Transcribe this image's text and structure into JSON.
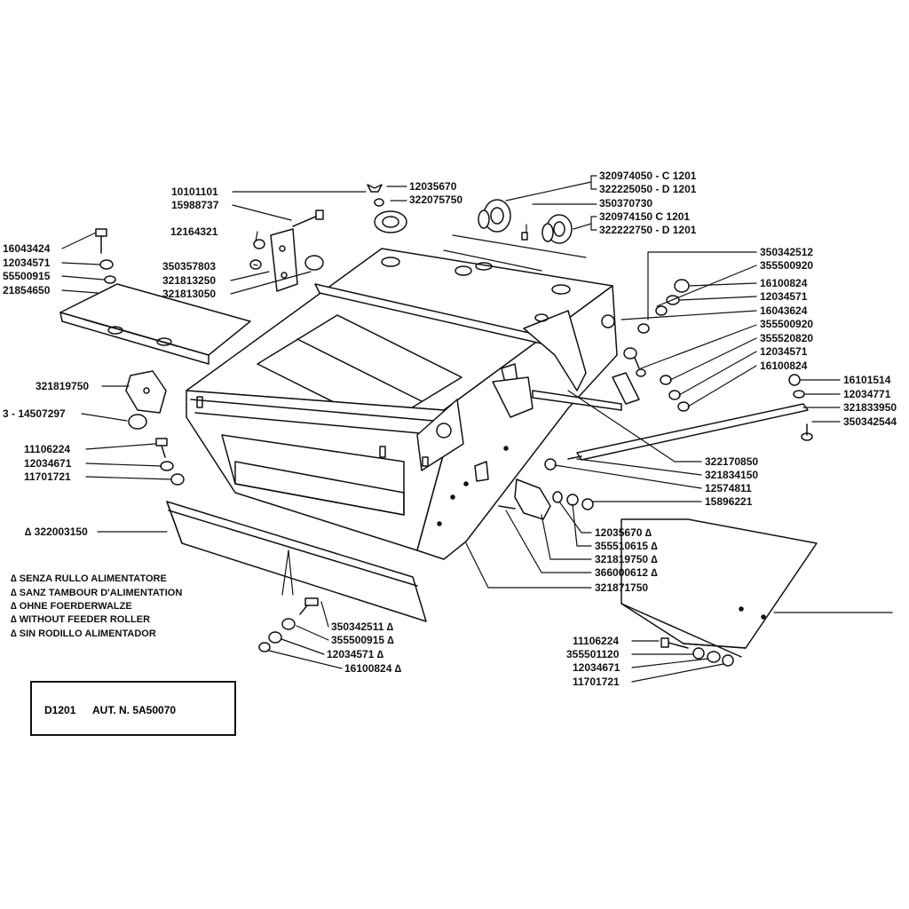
{
  "parts": {
    "p10101101": "10101101",
    "p12035670_top": "12035670",
    "p15988737": "15988737",
    "p322075750": "322075750",
    "p12164321": "12164321",
    "p350357803": "350357803",
    "p321813250": "321813250",
    "p321813050": "321813050",
    "p16043424": "16043424",
    "p12034571_left": "12034571",
    "p55500915": "55500915",
    "p21854650": "21854650",
    "p321819750_left": "321819750",
    "p3_14507297": "3 - 14507297",
    "p11106224_left": "11106224",
    "p12034671_left": "12034671",
    "p11701721_left": "11701721",
    "p322003150": "∆ 322003150",
    "p320974050": "320974050 - C 1201",
    "p322225050": "322225050 - D 1201",
    "p350370730": "350370730",
    "p320974150": "320974150   C 1201",
    "p322222750": "322222750 - D 1201",
    "p350342512": "350342512",
    "p355500920_a": "355500920",
    "p16100824_a": "16100824",
    "p12034571_a": "12034571",
    "p16043624": "16043624",
    "p355500920_b": "355500920",
    "p355520820": "355520820",
    "p12034571_b": "12034571",
    "p16100824_b": "16100824",
    "p16101514": "16101514",
    "p12034771": "12034771",
    "p321833950": "321833950",
    "p350342544": "350342544",
    "p322170850": "322170850",
    "p321834150": "321834150",
    "p12574811": "12574811",
    "p15896221": "15896221",
    "p12035670_mid": "12035670 ∆",
    "p355510615": "355510615 ∆",
    "p321819750_mid": "321819750 ∆",
    "p366000612": "366000612 ∆",
    "p321871750": "321871750",
    "p350342511": "350342511  ∆",
    "p355500915": "355500915  ∆",
    "p12034571_bot": "12034571  ∆",
    "p16100824_bot": "16100824  ∆",
    "p11106224_right": "11106224",
    "p355501120": "355501120",
    "p12034671_right": "12034671",
    "p11701721_right": "11701721"
  },
  "notes": [
    "∆ SENZA RULLO ALIMENTATORE",
    "∆ SANZ TAMBOUR D'ALIMENTATION",
    "∆ OHNE FOERDERWALZE",
    "∆ WITHOUT FEEDER ROLLER",
    "∆ SIN RODILLO ALIMENTADOR"
  ],
  "title_block": {
    "code": "D1201",
    "aut": "AUT. N. 5A50070"
  }
}
